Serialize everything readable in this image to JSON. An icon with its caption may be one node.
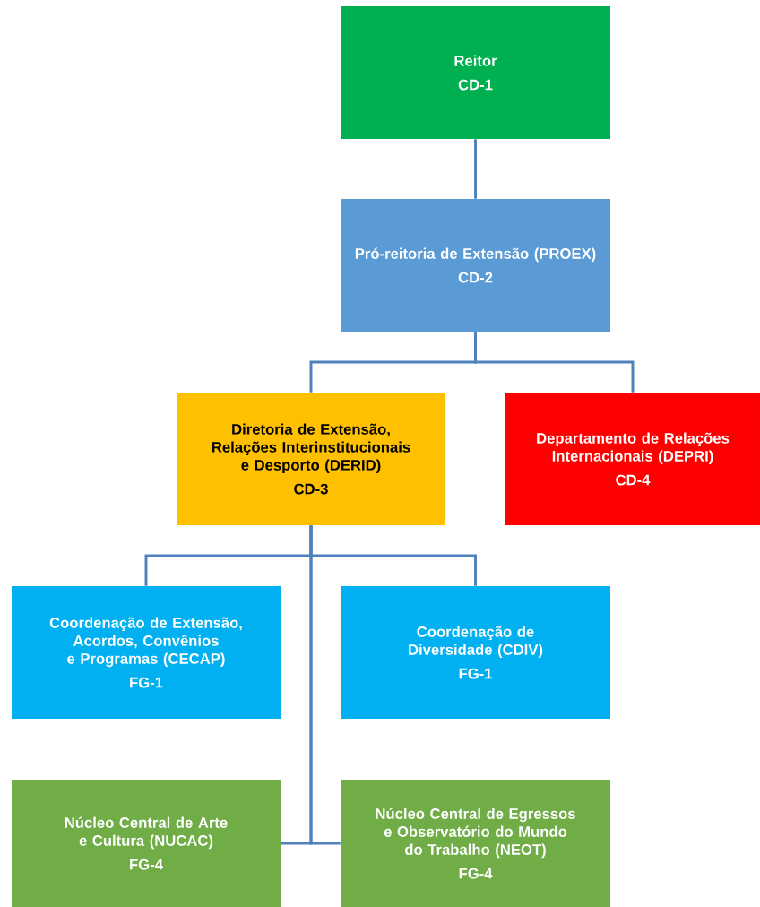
{
  "diagram": {
    "nodes": [
      {
        "text": [
          "Reitor",
          "CD-1"
        ]
      },
      {
        "text": [
          "Pró-reitoria de Extensão (PROEX)",
          "CD-2"
        ]
      },
      {
        "text": [
          "Diretoria de Extensão, Relações Interinstitucionais e Desporto (DERID)",
          "CD-3"
        ]
      },
      {
        "text": [
          "Departamento de Relações Internacionais (DEPRI)",
          "CD-4"
        ]
      },
      {
        "text": [
          "Coordenação de Extensão, Acordos, Convênios e Programas (CECAP)",
          "FG-1"
        ]
      },
      {
        "text": [
          "Coordenação de Diversidade (CDIV)",
          "FG-1"
        ]
      },
      {
        "text": [
          "Núcleo Central de Arte e Cultura (NUCAC)",
          "FG-4"
        ]
      },
      {
        "text": [
          "Núcleo Central de Egressos e Observatório do Mundo do Trabalho (NEOT)",
          "FG-4"
        ]
      }
    ],
    "edges": [
      {
        "from": 0,
        "to": 1,
        "arrow": "none"
      },
      {
        "from": 1,
        "to": 2,
        "arrow": "none"
      },
      {
        "from": 1,
        "to": 3,
        "arrow": "none"
      },
      {
        "from": 2,
        "to": 4,
        "arrow": "none"
      },
      {
        "from": 2,
        "to": 5,
        "arrow": "none"
      },
      {
        "from": 2,
        "to": 6,
        "arrow": "none"
      },
      {
        "from": 2,
        "to": 7,
        "arrow": "none"
      }
    ]
  }
}
